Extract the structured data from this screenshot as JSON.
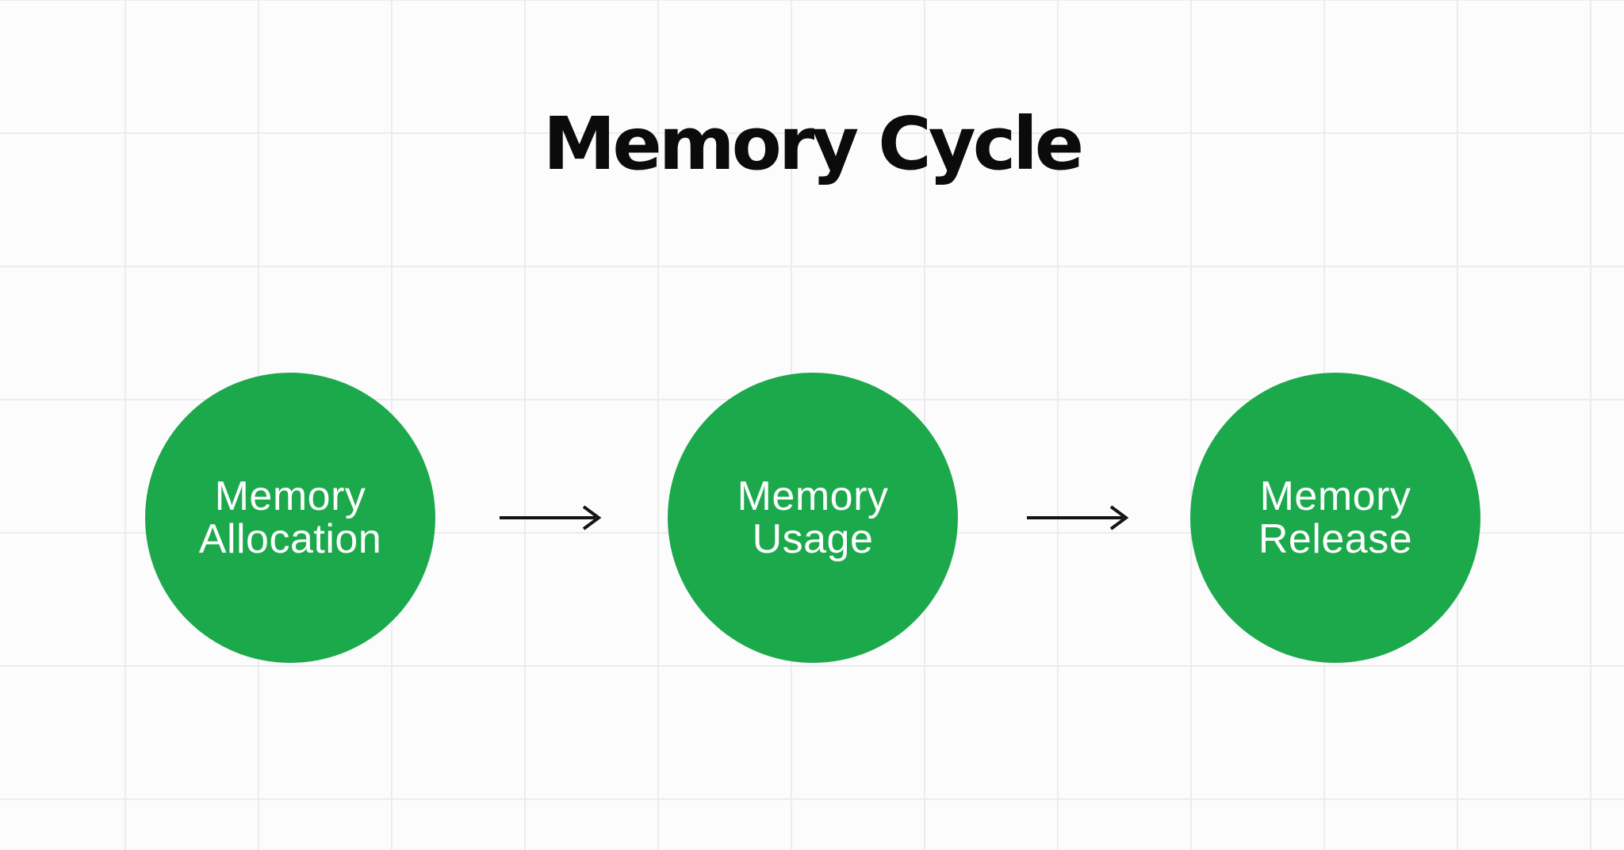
{
  "title": "Memory Cycle",
  "diagram": {
    "type": "flow",
    "direction": "left-to-right",
    "nodes": [
      {
        "id": "memory-allocation",
        "shape": "circle",
        "lines": [
          "Memory",
          "Allocation"
        ]
      },
      {
        "id": "memory-usage",
        "shape": "circle",
        "lines": [
          "Memory",
          "Usage"
        ]
      },
      {
        "id": "memory-release",
        "shape": "circle",
        "lines": [
          "Memory",
          "Release"
        ]
      }
    ],
    "connectors": [
      {
        "from": "memory-allocation",
        "to": "memory-usage",
        "style": "arrow-right"
      },
      {
        "from": "memory-usage",
        "to": "memory-release",
        "style": "arrow-right"
      }
    ]
  },
  "colors": {
    "page_bg": "#FCFCFC",
    "grid_line": "#ECECEC",
    "title_color": "#0B0B0B",
    "node_fill": "#1BA94C",
    "node_text": "#FFFFFF",
    "arrow_color": "#141414"
  }
}
